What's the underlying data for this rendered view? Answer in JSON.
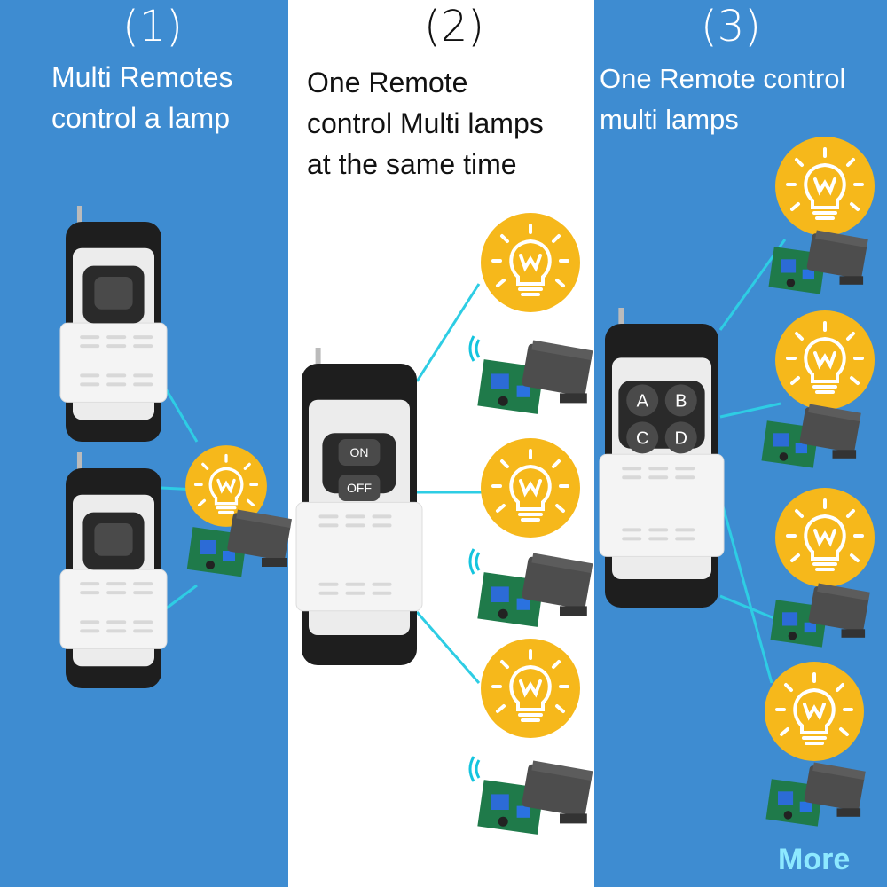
{
  "colors": {
    "blue": "#3e8cd1",
    "white": "#ffffff",
    "lamp": "#f6b81b",
    "link": "#2ecde4",
    "more": "#8de9ff"
  },
  "panel1": {
    "number": "(1)",
    "caption_lines": [
      "Multi Remotes",
      "control a lamp"
    ],
    "remote_count": 2,
    "lamp_count": 1
  },
  "panel2": {
    "number": "(2)",
    "caption_lines": [
      "One Remote",
      "control Multi lamps",
      "at the same time"
    ],
    "buttons": [
      "ON",
      "OFF"
    ],
    "lamp_count": 3
  },
  "panel3": {
    "number": "(3)",
    "caption_lines": [
      "One Remote control",
      "multi lamps"
    ],
    "buttons": [
      "A",
      "B",
      "C",
      "D"
    ],
    "lamp_count": 4,
    "more_label": "More"
  },
  "icons": [
    "bulb-icon",
    "antenna-icon",
    "relay-module-icon",
    "signal-wave-icon"
  ]
}
